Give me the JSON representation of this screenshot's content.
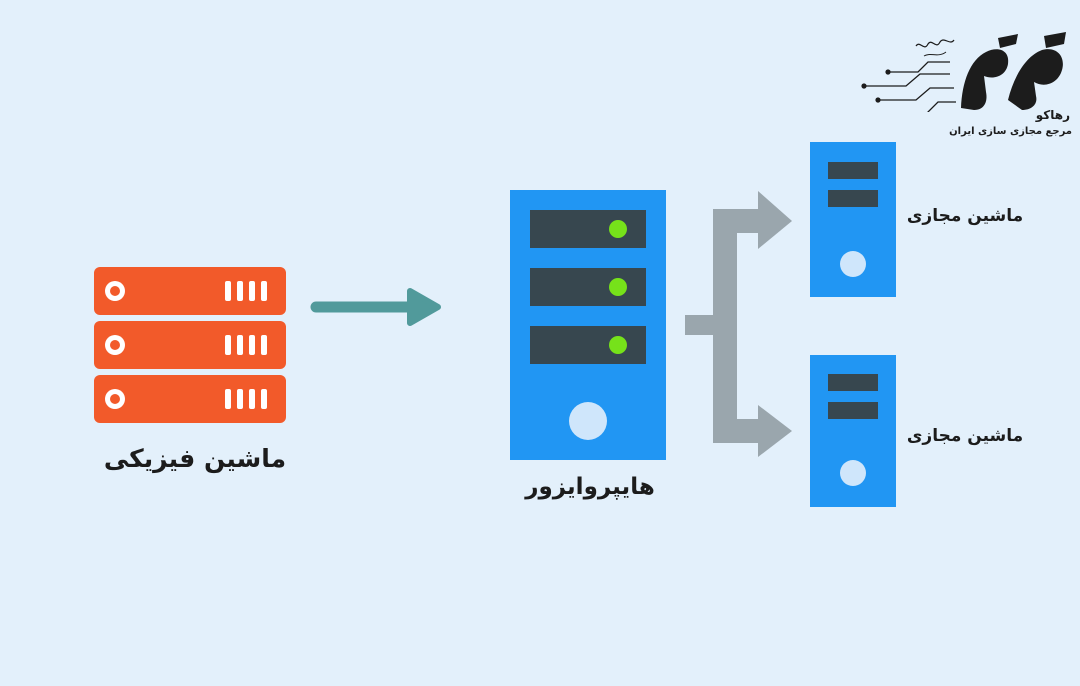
{
  "diagram": {
    "physical_machine_label": "ماشین فیزیکی",
    "hypervisor_label": "هایپروایزور",
    "virtual_machines": [
      {
        "label": "ماشین مجازی"
      },
      {
        "label": "ماشین مجازی"
      }
    ]
  },
  "logo": {
    "name": "رهاکو",
    "tagline": "مرجع مجازی سازی ایران"
  },
  "colors": {
    "background": "#e3f0fb",
    "physical_server": "#f25a2a",
    "hypervisor": "#2196f3",
    "virtual_machine": "#2196f3",
    "arrow_main": "#519a9b",
    "arrow_branch": "#9aa6ad",
    "status_light": "#76e21a",
    "drive_bay": "#37474f"
  }
}
